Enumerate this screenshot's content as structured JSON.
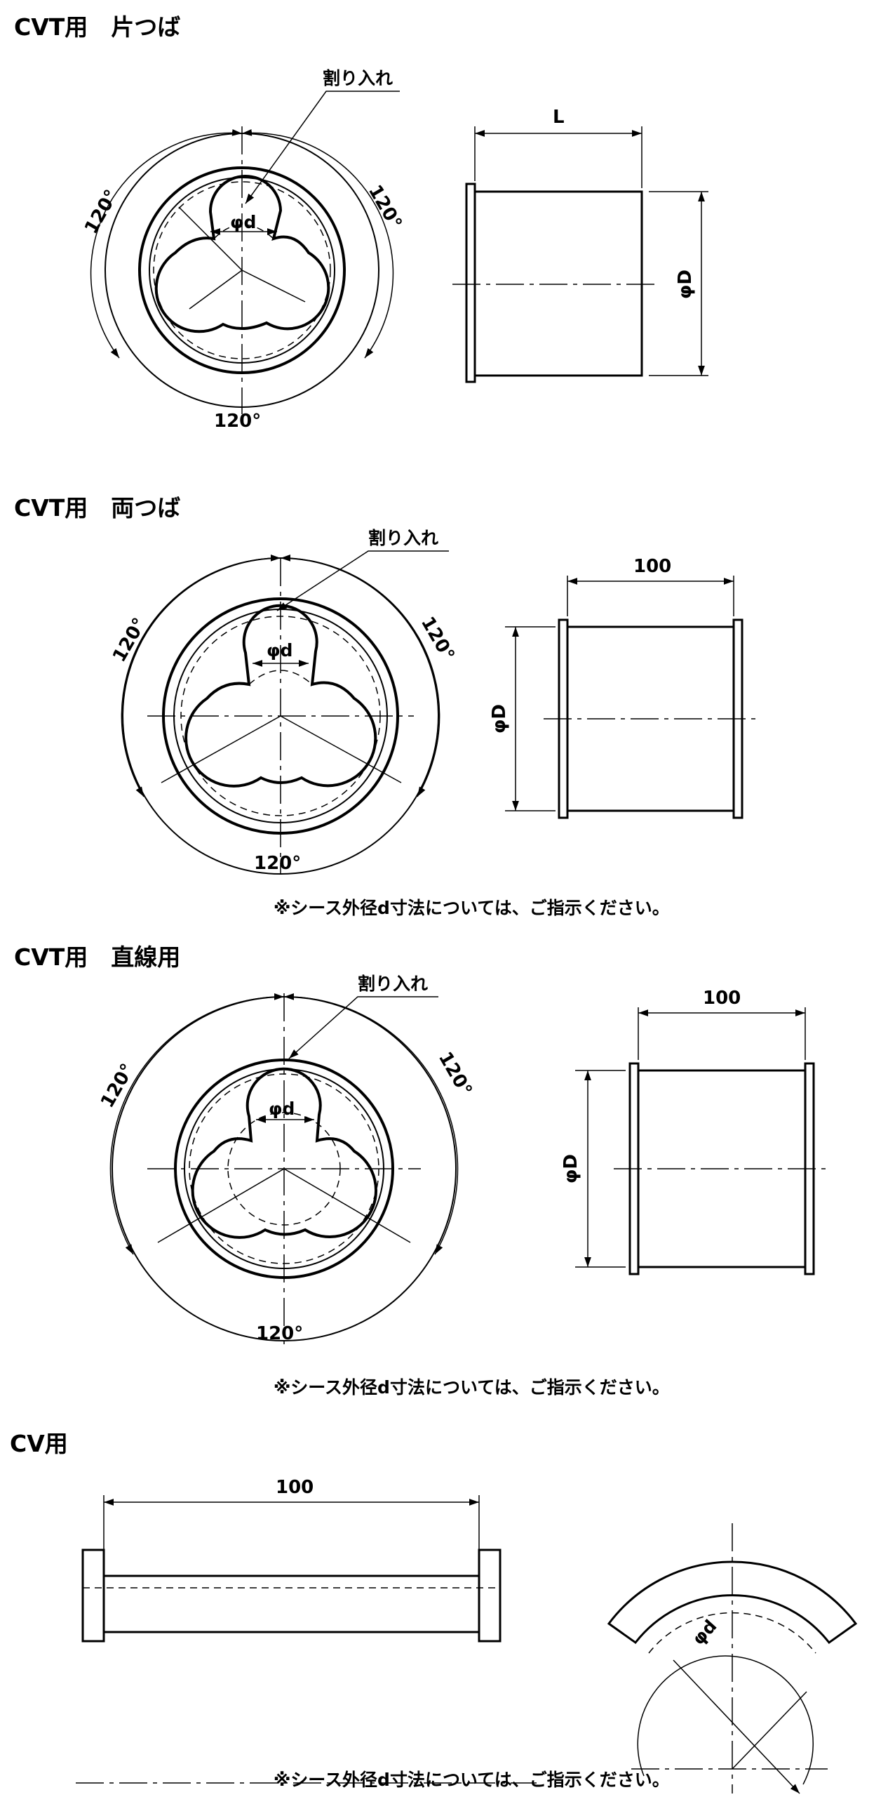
{
  "sections": {
    "s1": {
      "title": "CVT用　片つば",
      "split_label": "割り入れ",
      "inner_dia": "φd",
      "outer_dia": "φD",
      "angle_left": "120°",
      "angle_right": "120°",
      "angle_bottom": "120°",
      "length": "L"
    },
    "s2": {
      "title": "CVT用　両つば",
      "split_label": "割り入れ",
      "inner_dia": "φd",
      "outer_dia": "φD",
      "angle_left": "120°",
      "angle_right": "120°",
      "angle_bottom": "120°",
      "length": "100",
      "note": "※シース外径d寸法については、ご指示ください。"
    },
    "s3": {
      "title": "CVT用　直線用",
      "split_label": "割り入れ",
      "inner_dia": "φd",
      "outer_dia": "φD",
      "angle_left": "120°",
      "angle_right": "120°",
      "angle_bottom": "120°",
      "length": "100",
      "note": "※シース外径d寸法については、ご指示ください。"
    },
    "s4": {
      "title": "CV用",
      "length": "100",
      "inner_dia": "φd",
      "note": "※シース外径d寸法については、ご指示ください。"
    }
  }
}
